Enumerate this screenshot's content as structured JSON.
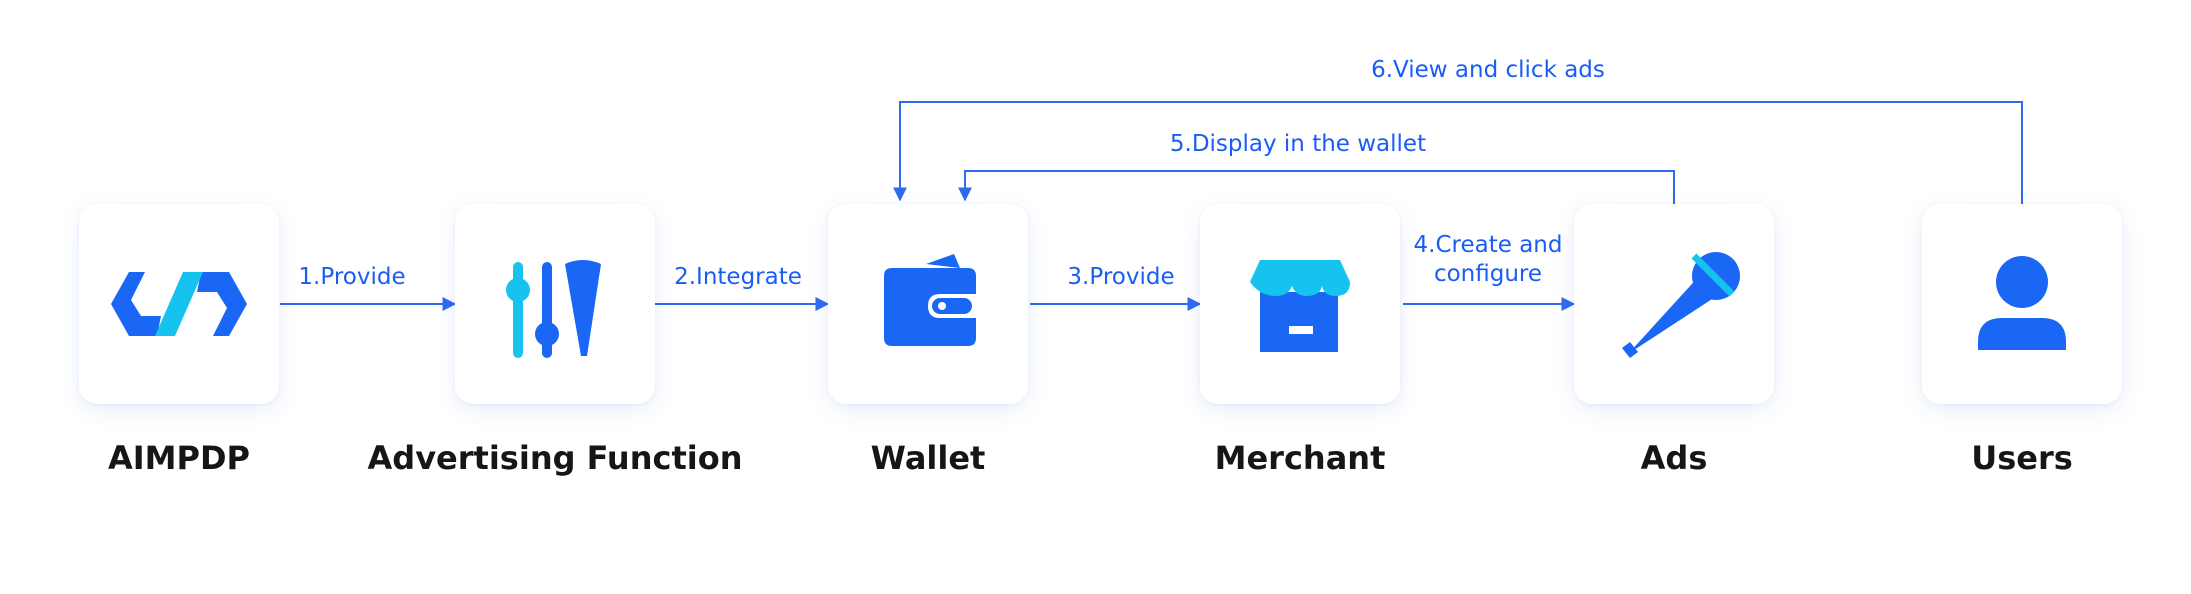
{
  "nodes": [
    {
      "id": "aimpdp",
      "label": "AIMPDP",
      "icon": "aimpdp-logo-icon"
    },
    {
      "id": "advertising",
      "label": "Advertising Function",
      "icon": "equalizer-megaphone-icon"
    },
    {
      "id": "wallet",
      "label": "Wallet",
      "icon": "wallet-icon"
    },
    {
      "id": "merchant",
      "label": "Merchant",
      "icon": "store-icon"
    },
    {
      "id": "ads",
      "label": "Ads",
      "icon": "megaphone-icon"
    },
    {
      "id": "users",
      "label": "Users",
      "icon": "user-icon"
    }
  ],
  "edges": [
    {
      "label": "1.Provide",
      "from": "aimpdp",
      "to": "advertising"
    },
    {
      "label": "2.Integrate",
      "from": "advertising",
      "to": "wallet"
    },
    {
      "label": "3.Provide",
      "from": "wallet",
      "to": "merchant"
    },
    {
      "label_line1": "4.Create and",
      "label_line2": "configure",
      "from": "merchant",
      "to": "ads"
    },
    {
      "label": "5.Display in the wallet",
      "from": "ads",
      "to": "wallet"
    },
    {
      "label": "6.View and click ads",
      "from": "users",
      "to": "wallet"
    }
  ],
  "colors": {
    "primary": "#1a66f5",
    "accent": "#16c2ee",
    "text": "#161616",
    "arrow": "#2f6bf0"
  }
}
